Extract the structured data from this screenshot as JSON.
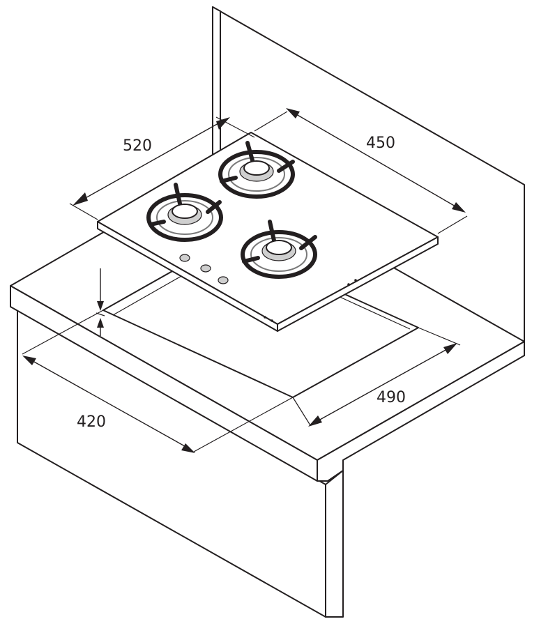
{
  "diagram": {
    "dimensions": {
      "hob_depth": "520",
      "hob_width": "450",
      "cutout_width": "490",
      "cutout_depth": "420"
    }
  }
}
